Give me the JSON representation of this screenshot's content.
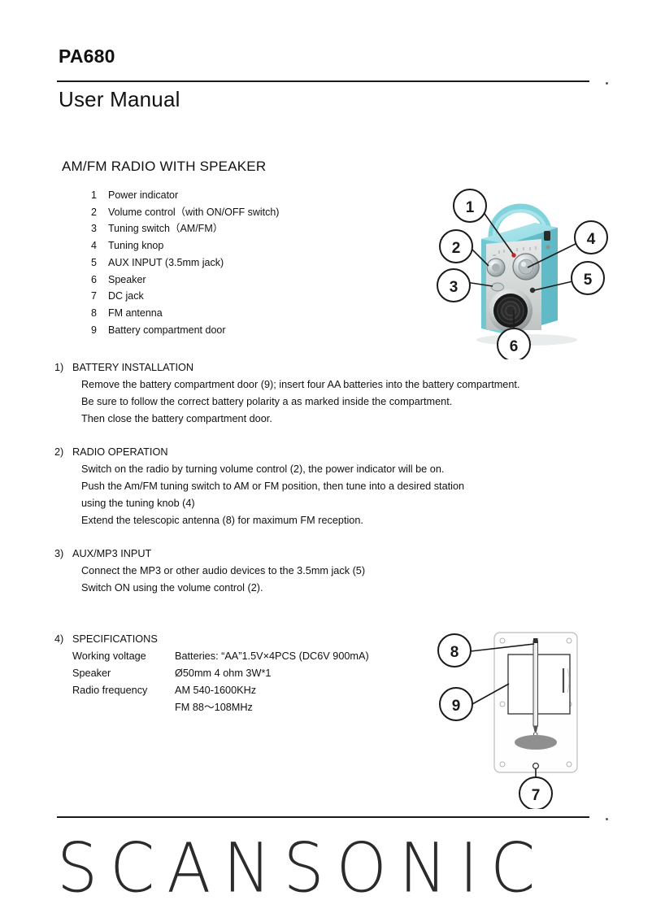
{
  "header": {
    "model": "PA680",
    "manual_title": "User Manual",
    "product_heading": "AM/FM RADIO WITH SPEAKER"
  },
  "parts_list": [
    {
      "num": "1",
      "label": "Power indicator"
    },
    {
      "num": "2",
      "label": "Volume control（with ON/OFF switch)"
    },
    {
      "num": "3",
      "label": "Tuning switch（AM/FM）"
    },
    {
      "num": "4",
      "label": "Tuning knop"
    },
    {
      "num": "5",
      "label": "AUX INPUT (3.5mm jack)"
    },
    {
      "num": "6",
      "label": "Speaker"
    },
    {
      "num": "7",
      "label": "DC jack"
    },
    {
      "num": "8",
      "label": "FM antenna"
    },
    {
      "num": "9",
      "label": "Battery compartment door"
    }
  ],
  "sections": {
    "battery": {
      "number": "1)",
      "title": "BATTERY INSTALLATION",
      "lines": [
        "Remove the battery compartment door (9); insert four AA batteries into the battery compartment.",
        "Be sure to follow the correct battery polarity a as marked inside the compartment.",
        "Then close the battery compartment door."
      ]
    },
    "radio": {
      "number": "2)",
      "title": "RADIO OPERATION",
      "lines": [
        "Switch on the radio by turning volume control (2), the power indicator will be on.",
        "Push the Am/FM tuning switch to AM or FM position, then tune into a desired station",
        "using the tuning knob (4)",
        "Extend the telescopic antenna (8) for maximum FM reception."
      ]
    },
    "aux": {
      "number": "3)",
      "title": "AUX/MP3 INPUT",
      "lines": [
        "Connect the MP3 or other audio devices to the 3.5mm jack (5)",
        "Switch ON using the volume control (2)."
      ]
    },
    "specifications": {
      "number": "4)",
      "title": "SPECIFICATIONS",
      "rows": [
        {
          "key": "Working voltage",
          "value": "Batteries: “AA”1.5V×4PCS (DC6V 900mA)"
        },
        {
          "key": "Speaker",
          "value": "Ø50mm 4 ohm 3W*1"
        },
        {
          "key": "Radio frequency",
          "value": "AM 540-1600KHz"
        },
        {
          "key": "",
          "value": "FM 88～108MHz"
        }
      ]
    }
  },
  "figures": {
    "front": {
      "name": "front-view-radio",
      "callouts": [
        "1",
        "2",
        "3",
        "4",
        "5",
        "6"
      ]
    },
    "rear": {
      "name": "rear-view-radio",
      "callouts": [
        "8",
        "9",
        "7"
      ]
    }
  },
  "footer": {
    "brand": "SCANSONIC"
  },
  "colors": {
    "body_teal": "#7fd4dc",
    "body_teal_light": "#a8e4ea",
    "body_teal_dark": "#4fa9b4",
    "panel_silver": "#d9dcdb",
    "led_red": "#cc2222",
    "ink": "#111111",
    "logo": "#2b2b2b"
  }
}
